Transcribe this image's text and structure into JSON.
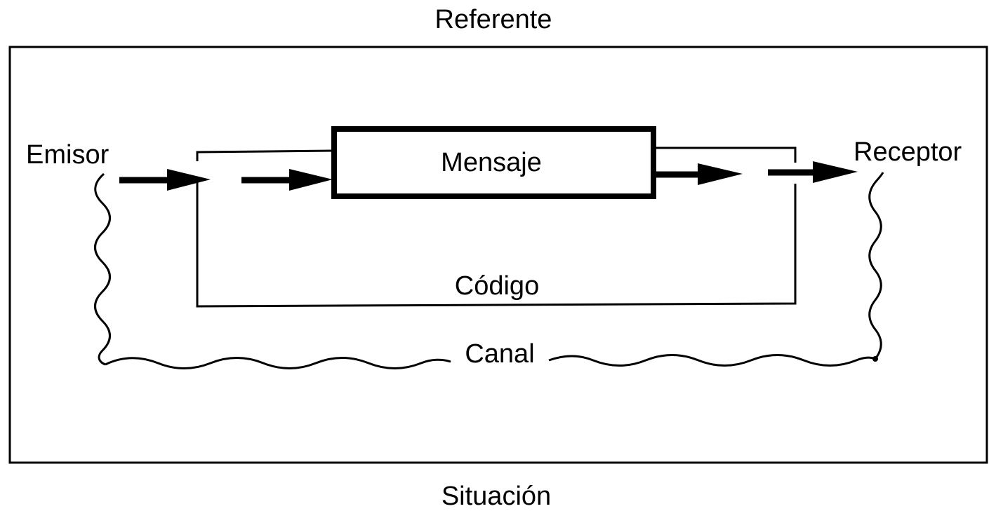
{
  "labels": {
    "referente": "Referente",
    "emisor": "Emisor",
    "mensaje": "Mensaje",
    "receptor": "Receptor",
    "codigo": "Código",
    "canal": "Canal",
    "situacion": "Situación"
  },
  "colors": {
    "ink": "#000000",
    "paper": "#ffffff"
  }
}
